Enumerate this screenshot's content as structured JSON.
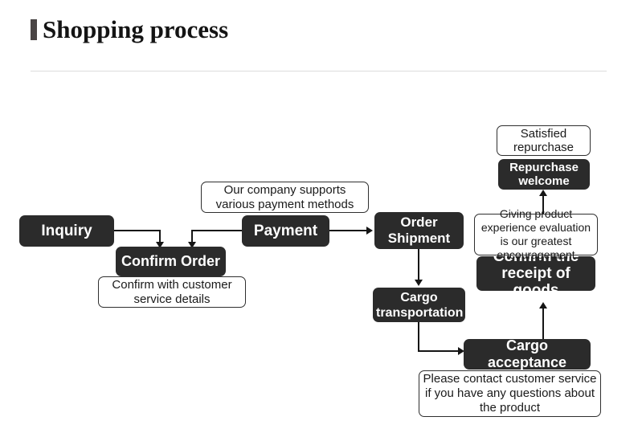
{
  "header": {
    "title": "Shopping process",
    "bullet_color": "#4a4545",
    "rule_color": "#dcdcdc"
  },
  "theme": {
    "page_background": "#ffffff",
    "node_fill_dark": "#2b2b2b",
    "node_text_on_dark": "#ffffff",
    "note_fill": "#ffffff",
    "note_border": "#2f2f2f",
    "note_text": "#1a1a1a",
    "connector_color": "#151515"
  },
  "flowchart": {
    "type": "process-flow-diagram",
    "nodes": [
      {
        "id": "inquiry",
        "label": "Inquiry",
        "style": "dark",
        "font_size": 19
      },
      {
        "id": "confirm-order",
        "label": "Confirm Order",
        "style": "dark",
        "font_size": 18
      },
      {
        "id": "confirm-order-note",
        "label": "Confirm with customer service details",
        "style": "note",
        "font_size": 15
      },
      {
        "id": "payment-note",
        "label": "Our company supports various payment methods",
        "style": "note",
        "font_size": 15
      },
      {
        "id": "payment",
        "label": "Payment",
        "style": "dark",
        "font_size": 19
      },
      {
        "id": "order-shipment",
        "label": "Order Shipment",
        "style": "dark",
        "font_size": 17
      },
      {
        "id": "cargo-transportation",
        "label": "Cargo transportation",
        "style": "dark",
        "font_size": 16
      },
      {
        "id": "cargo-acceptance",
        "label": "Cargo acceptance",
        "style": "dark",
        "font_size": 18
      },
      {
        "id": "cargo-note",
        "label": "Please contact customer service if you have any questions about the product",
        "style": "note",
        "font_size": 15
      },
      {
        "id": "confirm-receipt",
        "label": "Confirm the receipt of goods",
        "style": "dark",
        "font_size": 19
      },
      {
        "id": "evaluation-note",
        "label": "Giving product experience evaluation is our greatest encouragement",
        "style": "note",
        "font_size": 14
      },
      {
        "id": "repurchase-welcome",
        "label": "Repurchase welcome",
        "style": "dark",
        "font_size": 15
      },
      {
        "id": "satisfied-repurchase",
        "label": "Satisfied repurchase",
        "style": "note",
        "font_size": 15
      }
    ],
    "edges": [
      {
        "from": "inquiry",
        "to": "confirm-order",
        "direction": "down"
      },
      {
        "from": "payment",
        "to": "confirm-order",
        "direction": "down"
      },
      {
        "from": "payment",
        "to": "order-shipment",
        "direction": "right"
      },
      {
        "from": "order-shipment",
        "to": "cargo-transportation",
        "direction": "down"
      },
      {
        "from": "cargo-transportation",
        "to": "cargo-acceptance",
        "direction": "right"
      },
      {
        "from": "cargo-acceptance",
        "to": "confirm-receipt",
        "direction": "up"
      },
      {
        "from": "confirm-receipt",
        "to": "repurchase-welcome",
        "direction": "up"
      }
    ]
  }
}
